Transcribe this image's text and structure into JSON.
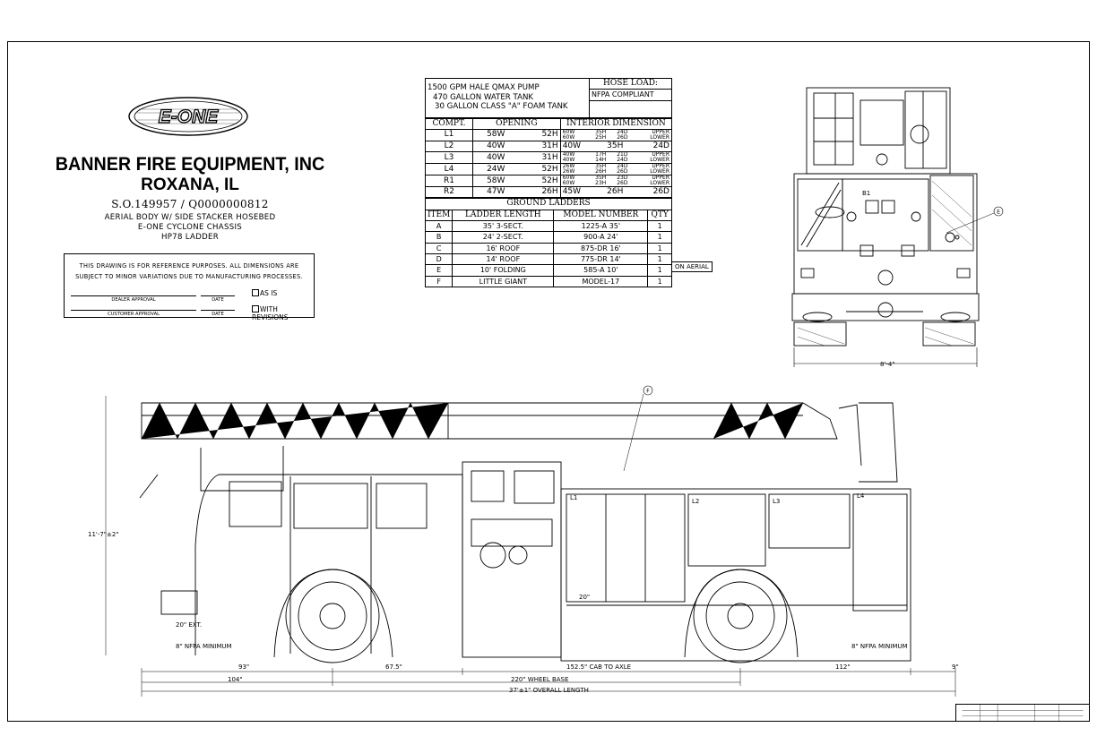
{
  "brand": {
    "logo_text": "E-ONE"
  },
  "header": {
    "company": "BANNER FIRE EQUIPMENT, INC",
    "city": "ROXANA, IL",
    "order": "S.O.149957  /  Q0000000812",
    "desc": [
      "AERIAL BODY W/ SIDE STACKER HOSEBED",
      "E-ONE CYCLONE CHASSIS",
      "HP78 LADDER"
    ]
  },
  "note": {
    "lines": [
      "THIS DRAWING IS FOR REFERENCE PURPOSES. ALL DIMENSIONS ARE",
      "SUBJECT TO MINOR VARIATIONS DUE TO MANUFACTURING PROCESSES."
    ],
    "dealer": "DEALER APPROVAL",
    "customer": "CUSTOMER APPROVAL",
    "date": "DATE",
    "as_is": "AS IS",
    "revisions": "WITH REVISIONS"
  },
  "spec": {
    "pump": [
      "1500 GPM HALE QMAX PUMP",
      "470 GALLON WATER TANK",
      "30 GALLON CLASS \"A\" FOAM TANK"
    ],
    "hose_title": "HOSE LOAD:",
    "hose_value": "NFPA COMPLIANT",
    "compt_headers": [
      "COMPT.",
      "OPENING",
      "INTERIOR DIMENSION"
    ],
    "compartments": [
      {
        "id": "L1",
        "w": "58W",
        "h": "52H",
        "upper": [
          "60W",
          "35H",
          "24D",
          "UPPER"
        ],
        "lower": [
          "60W",
          "25H",
          "26D",
          "LOWER"
        ]
      },
      {
        "id": "L2",
        "w": "40W",
        "h": "31H",
        "single": [
          "40W",
          "35H",
          "24D"
        ]
      },
      {
        "id": "L3",
        "w": "40W",
        "h": "31H",
        "upper": [
          "40W",
          "17H",
          "21D",
          "UPPER"
        ],
        "lower": [
          "40W",
          "14H",
          "24D",
          "LOWER"
        ]
      },
      {
        "id": "L4",
        "w": "24W",
        "h": "52H",
        "upper": [
          "26W",
          "35H",
          "24D",
          "UPPER"
        ],
        "lower": [
          "26W",
          "26H",
          "26D",
          "LOWER"
        ]
      },
      {
        "id": "R1",
        "w": "58W",
        "h": "52H",
        "upper": [
          "60W",
          "35H",
          "23D",
          "UPPER"
        ],
        "lower": [
          "60W",
          "23H",
          "26D",
          "LOWER"
        ]
      },
      {
        "id": "R2",
        "w": "47W",
        "h": "26H",
        "single": [
          "45W",
          "26H",
          "26D"
        ]
      }
    ],
    "ladders_title": "GROUND LADDERS",
    "ladder_headers": [
      "ITEM",
      "LADDER LENGTH",
      "MODEL NUMBER",
      "QTY"
    ],
    "ladders": [
      [
        "A",
        "35' 3-SECT.",
        "1225-A 35'",
        "1"
      ],
      [
        "B",
        "24' 2-SECT.",
        "900-A 24'",
        "1"
      ],
      [
        "C",
        "16' ROOF",
        "875-DR 16'",
        "1"
      ],
      [
        "D",
        "14' ROOF",
        "775-DR 14'",
        "1"
      ],
      [
        "E",
        "10' FOLDING",
        "585-A 10'",
        "1"
      ],
      [
        "F",
        "LITTLE GIANT",
        "MODEL-17",
        "1"
      ]
    ],
    "aerial_note": "ON AERIAL"
  },
  "drawing": {
    "height": "11'-7\"±2\"",
    "rear_width": "8'-4\"",
    "ext": "20\" EXT.",
    "nfpa_front": "8\" NFPA MINIMUM",
    "nfpa_rear": "8\" NFPA MINIMUM",
    "d93": "93\"",
    "d675": "67.5\"",
    "d1525": "152.5\" CAB TO AXLE",
    "d112": "112\"",
    "d9": "9\"",
    "d104": "104\"",
    "wheelbase": "220\" WHEEL BASE",
    "overall": "37'±1\" OVERALL LENGTH",
    "d20": "20\"",
    "callout_e": "E",
    "callout_f": "F",
    "lbl_b1": "B1",
    "lbl_l1": "L1",
    "lbl_l2": "L2",
    "lbl_l3": "L3",
    "lbl_l4": "L4"
  }
}
